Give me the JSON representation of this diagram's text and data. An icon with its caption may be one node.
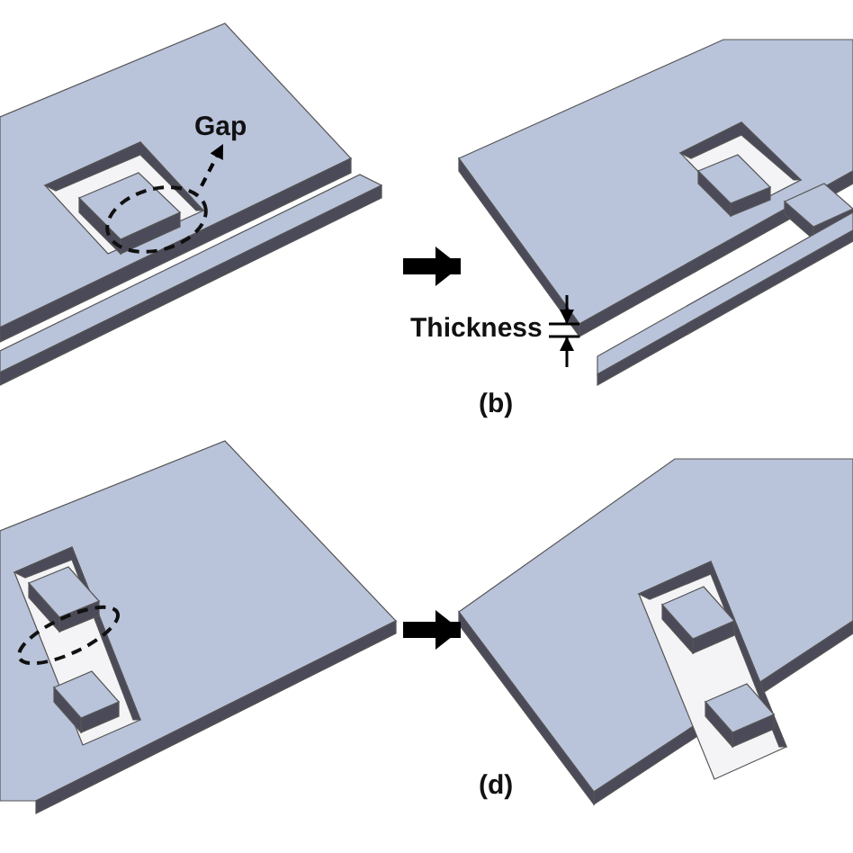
{
  "diagram": {
    "nodes": [
      {
        "text": [],
        "shape": "picture"
      },
      {
        "text": [],
        "shape": "picture"
      },
      {
        "text": [],
        "shape": "picture"
      },
      {
        "text": [],
        "shape": "picture"
      },
      {
        "text": [
          "Gap"
        ],
        "in": 0
      },
      {
        "text": [],
        "shape": "ellipse",
        "in": 0
      },
      {
        "text": [],
        "shape": "ellipse",
        "in": 2
      }
    ],
    "edges": [
      {
        "from": 0,
        "to": 1,
        "arrow": "to"
      },
      {
        "from": 2,
        "to": 3,
        "arrow": "to"
      },
      {
        "from": 5,
        "to": 4,
        "arrow": "to",
        "style": "dashed"
      }
    ],
    "labels": [
      "Thickness",
      "(b)",
      "(d)"
    ]
  }
}
